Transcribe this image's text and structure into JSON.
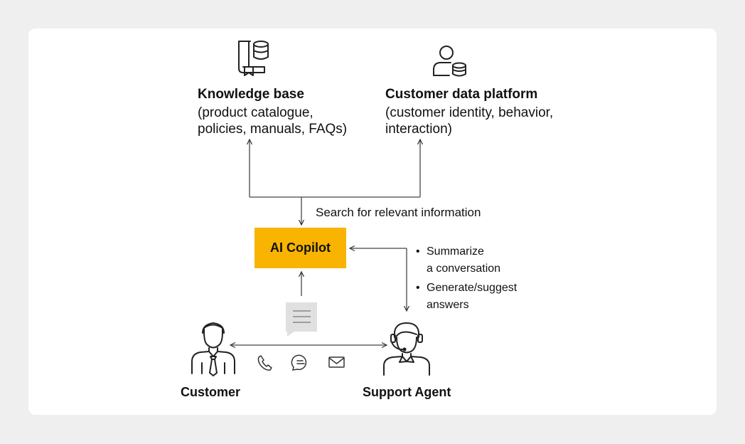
{
  "knowledge_base": {
    "title": "Knowledge base",
    "detail_line1": "(product catalogue,",
    "detail_line2": "policies, manuals, FAQs)",
    "icon": "book-database-icon"
  },
  "customer_data_platform": {
    "title": "Customer data platform",
    "detail_line1": "(customer identity, behavior,",
    "detail_line2": "interaction)",
    "icon": "user-database-icon"
  },
  "search_label": "Search for relevant information",
  "copilot": {
    "label": "AI Copilot",
    "color": "#f8b400"
  },
  "agent_tasks": [
    {
      "line1": "Summarize",
      "line2": "a conversation"
    },
    {
      "line1": "Generate/suggest",
      "line2": "answers"
    }
  ],
  "customer": {
    "label": "Customer",
    "icon": "customer-person-icon"
  },
  "support_agent": {
    "label": "Support Agent",
    "icon": "headset-agent-icon"
  },
  "channels": [
    "phone-icon",
    "chat-bubble-icon",
    "mail-icon"
  ],
  "conversation_icon": "message-document-icon"
}
